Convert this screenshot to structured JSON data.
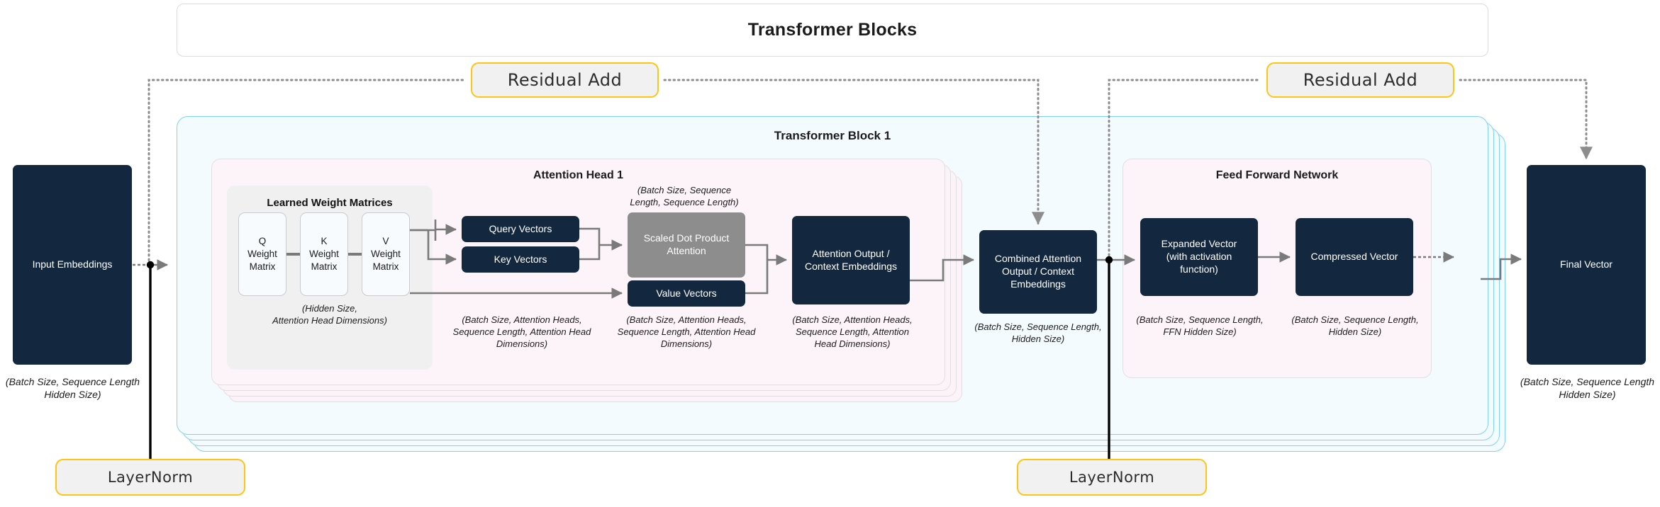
{
  "header": {
    "title": "Transformer Blocks"
  },
  "annotations": {
    "residual_add_1": "Residual Add",
    "residual_add_2": "Residual Add",
    "layernorm_1": "LayerNorm",
    "layernorm_2": "LayerNorm"
  },
  "input": {
    "label": "Input Embeddings",
    "caption": "(Batch Size, Sequence Length\nHidden Size)"
  },
  "output": {
    "label": "Final Vector",
    "caption": "(Batch Size, Sequence Length\nHidden Size)"
  },
  "transformer_block": {
    "title": "Transformer Block 1",
    "stack_count": 4
  },
  "attention_head": {
    "title": "Attention Head 1",
    "stack_count": 4,
    "weight_matrices": {
      "title": "Learned Weight Matrices",
      "cards": [
        {
          "label": "Q\nWeight\nMatrix"
        },
        {
          "label": "K\nWeight\nMatrix"
        },
        {
          "label": "V\nWeight\nMatrix"
        }
      ],
      "caption": "(Hidden Size,\nAttention Head Dimensions)"
    },
    "qkv": {
      "query_label": "Query Vectors",
      "key_label": "Key Vectors",
      "value_label": "Value Vectors",
      "qk_caption": "(Batch Size, Attention Heads,\nSequence Length, Attention Head\nDimensions)",
      "v_caption": "(Batch Size, Attention Heads,\nSequence Length, Attention Head\nDimensions)"
    },
    "attention": {
      "label": "Scaled Dot Product\nAttention",
      "caption": "(Batch Size, Sequence\nLength, Sequence Length)"
    },
    "head_output": {
      "label": "Attention Output /\nContext Embeddings",
      "caption": "(Batch Size, Attention Heads,\nSequence Length, Attention\nHead Dimensions)"
    }
  },
  "combined": {
    "label": "Combined Attention\nOutput / Context\nEmbeddings",
    "caption": "(Batch Size, Sequence Length,\nHidden Size)"
  },
  "ffn": {
    "title": "Feed Forward Network",
    "expanded": {
      "label": "Expanded Vector\n(with activation\nfunction)",
      "caption": "(Batch Size, Sequence Length,\nFFN Hidden Size)"
    },
    "compressed": {
      "label": "Compressed Vector",
      "caption": "(Batch Size, Sequence Length,\nHidden Size)"
    }
  },
  "colors": {
    "node_dark": "#13283f",
    "node_gray": "#8d8d8d",
    "block_border": "#7fd2f5",
    "block_fill": "#f3fbfe",
    "head_fill": "#fdf4f9",
    "accent_yellow": "#ffc515",
    "wire_gray": "#7a7a7a"
  }
}
